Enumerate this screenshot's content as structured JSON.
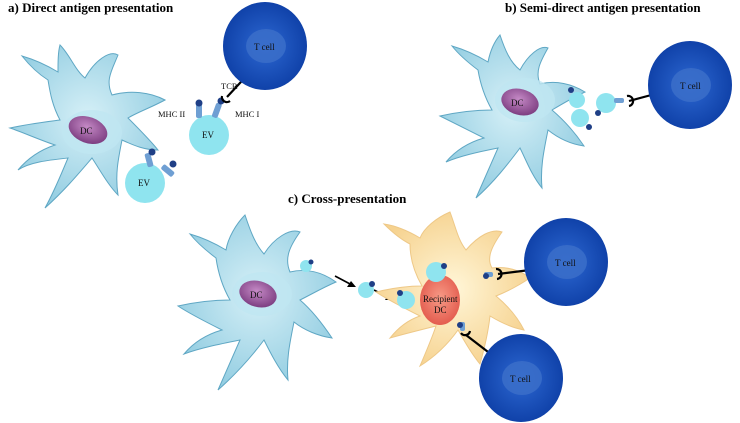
{
  "panels": {
    "a": {
      "title": "a) Direct antigen presentation",
      "cell_label": "DC",
      "ev1_label": "EV",
      "ev2_label": "EV",
      "mhc2_label": "MHC II",
      "mhc1_label": "MHC I",
      "tcr_label": "TCR",
      "tcell_label": "T cell"
    },
    "b": {
      "title": "b) Semi-direct antigen presentation",
      "cell_label": "DC",
      "tcell_label": "T cell"
    },
    "c": {
      "title": "c) Cross-presentation",
      "cell_label": "DC",
      "recipient_line1": "Recipient",
      "recipient_line2": "DC",
      "tcell1_label": "T cell",
      "tcell2_label": "T cell"
    }
  },
  "colors": {
    "dc_body": "#a9dbea",
    "dc_outline": "#5fa7c4",
    "nucleus": "#9c5a9e",
    "ev": "#8fe4ef",
    "tcell_outer": "#1a56c4",
    "tcell_inner": "#3b6fc9",
    "recipient_body": "#f9dfa8",
    "recipient_nucleus": "#ee6e62",
    "mhc": "#2f5ea8",
    "tcr": "#000000"
  }
}
